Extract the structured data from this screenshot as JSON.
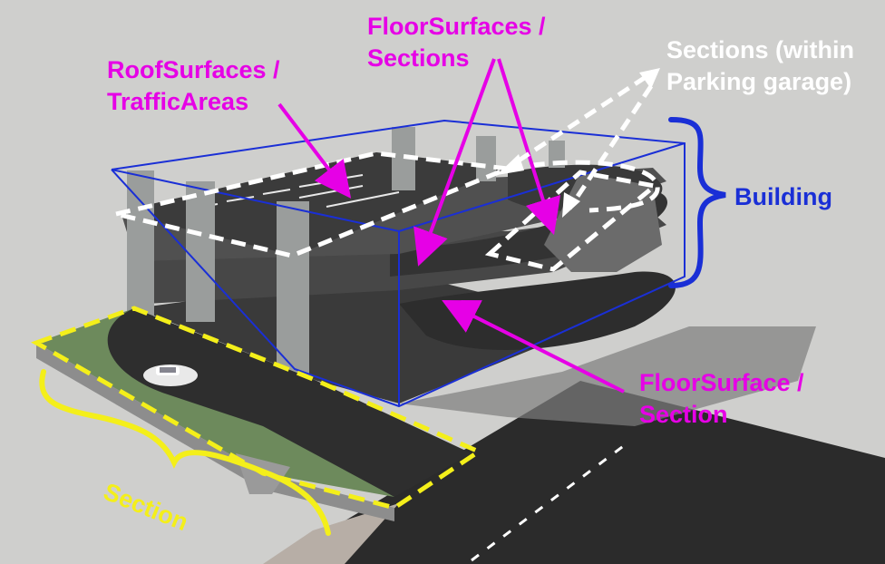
{
  "colors": {
    "magenta": "#e600e6",
    "white": "#ffffff",
    "blue": "#1a2fd6",
    "yellow": "#f4ef1a",
    "background": "#cfcfcd"
  },
  "labels": {
    "roof": [
      "RoofSurfaces /",
      "TrafficAreas"
    ],
    "floors": [
      "FloorSurfaces /",
      "Sections"
    ],
    "sections_within": [
      "Sections (within",
      "Parking garage)"
    ],
    "building": "Building",
    "floor_single": [
      "FloorSurface /",
      "Section"
    ],
    "section": "Section"
  }
}
